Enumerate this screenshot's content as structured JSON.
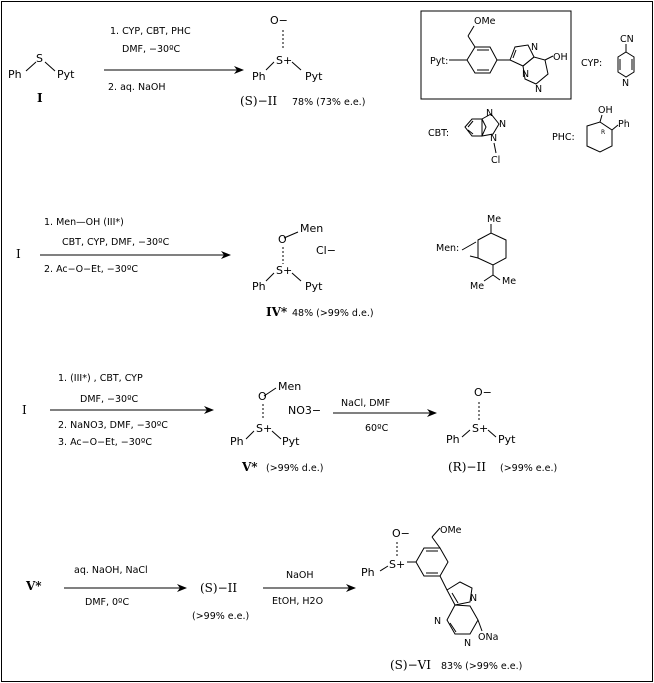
{
  "scheme1": {
    "reactant_left": "Ph",
    "reactant_s": "S",
    "reactant_right": "Pyt",
    "reactant_label": "I",
    "cond_top1": "1. CYP, CBT, PHC",
    "cond_top2": "DMF,   −30ºC",
    "cond_bottom": "2. aq. NaOH",
    "product_o": "O−",
    "product_s": "S+",
    "product_ph": "Ph",
    "product_pyt": "Pyt",
    "product_label": "(S)−II",
    "product_yield": "78% (73% e.e.)"
  },
  "legend": {
    "pyt_label": "Pyt:",
    "ome": "OMe",
    "oh": "OH",
    "n1": "N",
    "n2": "N",
    "n3": "N",
    "cyp_label": "CYP:",
    "cn": "CN",
    "cyp_n": "N",
    "cbt_label": "CBT:",
    "cbt_n1": "N",
    "cbt_n2": "N",
    "cbt_n3": "N",
    "cbt_cl": "Cl",
    "phc_label": "PHC:",
    "phc_oh": "OH",
    "phc_r": "R",
    "phc_ph": "Ph"
  },
  "scheme2": {
    "reactant": "I",
    "cond1": "1.  Men—OH   (III*)",
    "cond2": "CBT, CYP,  DMF,   −30ºC",
    "cond3": "2. Ac−O−Et,  −30ºC",
    "o_men": "Men",
    "o": "O",
    "cl": "Cl−",
    "s": "S+",
    "ph": "Ph",
    "pyt": "Pyt",
    "product_label": "IV*",
    "product_yield": "48% (>99% d.e.)",
    "men_label": "Men:",
    "men_me1": "Me",
    "men_me2": "Me",
    "men_me3": "Me"
  },
  "scheme3": {
    "reactant": "I",
    "cond1": "1.  (III*) , CBT, CYP",
    "cond2": "DMF,   −30ºC",
    "cond3": "2. NaNO3,  DMF,  −30ºC",
    "cond4": "3. Ac−O−Et, −30ºC",
    "o_men": "Men",
    "o": "O",
    "no3": "NO3−",
    "s": "S+",
    "ph": "Ph",
    "pyt": "Pyt",
    "product_label": "V*",
    "product_de": "(>99% d.e.)",
    "cond_b1": "NaCl,  DMF",
    "cond_b2": "60ºC",
    "p2_o": "O−",
    "p2_s": "S+",
    "p2_ph": "Ph",
    "p2_pyt": "Pyt",
    "p2_label": "(R)−II",
    "p2_ee": "(>99% e.e.)"
  },
  "scheme4": {
    "reactant": "V*",
    "cond_a1": "aq. NaOH, NaCl",
    "cond_a2": "DMF,  0ºC",
    "intermediate": "(S)−II",
    "intermediate_ee": "(>99% e.e.)",
    "cond_b1": "NaOH",
    "cond_b2": "EtOH, H2O",
    "o": "O−",
    "ome": "OMe",
    "s": "S+",
    "ph": "Ph",
    "n1": "N",
    "n2": "N",
    "n3": "N",
    "ona": "ONa",
    "product_label": "(S)−VI",
    "product_yield": "83% (>99% e.e.)"
  }
}
